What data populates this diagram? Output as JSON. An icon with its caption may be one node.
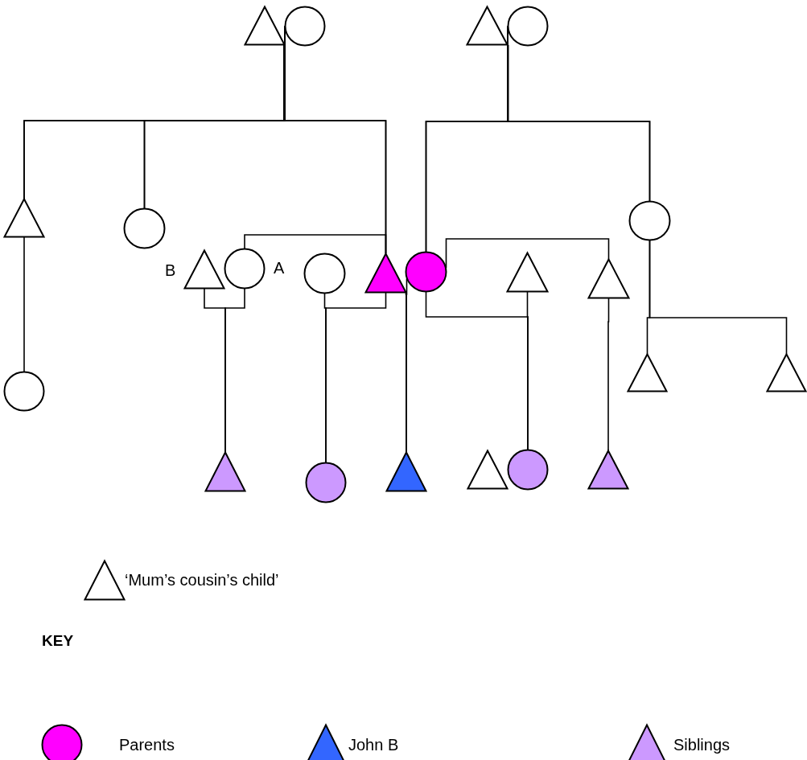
{
  "diagram": {
    "nodes": [
      {
        "text": [],
        "shape": "triangle"
      },
      {
        "text": [],
        "shape": "circle"
      },
      {
        "text": [],
        "shape": "triangle"
      },
      {
        "text": [],
        "shape": "circle"
      },
      {
        "text": [],
        "shape": "triangle"
      },
      {
        "text": [],
        "shape": "circle"
      },
      {
        "text": [],
        "shape": "triangle",
        "beside": [
          "B"
        ]
      },
      {
        "text": [],
        "shape": "circle",
        "beside": [
          "A"
        ]
      },
      {
        "text": [],
        "shape": "circle"
      },
      {
        "text": [],
        "shape": "triangle"
      },
      {
        "text": [],
        "shape": "circle"
      },
      {
        "text": [],
        "shape": "triangle"
      },
      {
        "text": [],
        "shape": "triangle"
      },
      {
        "text": [],
        "shape": "circle"
      },
      {
        "text": [],
        "shape": "circle"
      },
      {
        "text": [],
        "shape": "triangle"
      },
      {
        "text": [],
        "shape": "triangle"
      },
      {
        "text": [],
        "shape": "triangle"
      },
      {
        "text": [],
        "shape": "circle"
      },
      {
        "text": [],
        "shape": "triangle"
      },
      {
        "text": [],
        "shape": "triangle"
      },
      {
        "text": [],
        "shape": "circle"
      },
      {
        "text": [],
        "shape": "triangle"
      },
      {
        "text": [],
        "shape": "triangle",
        "beside": [
          "‘Mum’s cousin’s child’"
        ]
      }
    ],
    "edges": [
      {
        "from": 0,
        "to": 4,
        "arrow": "none"
      },
      {
        "from": 1,
        "to": 4,
        "arrow": "none"
      },
      {
        "from": 0,
        "to": 5,
        "arrow": "none"
      },
      {
        "from": 1,
        "to": 5,
        "arrow": "none"
      },
      {
        "from": 0,
        "to": 9,
        "arrow": "none"
      },
      {
        "from": 1,
        "to": 9,
        "arrow": "none"
      },
      {
        "from": 2,
        "to": 10,
        "arrow": "none"
      },
      {
        "from": 3,
        "to": 10,
        "arrow": "none"
      },
      {
        "from": 2,
        "to": 13,
        "arrow": "none"
      },
      {
        "from": 3,
        "to": 13,
        "arrow": "none"
      },
      {
        "from": 4,
        "to": 14,
        "arrow": "none"
      },
      {
        "from": 13,
        "to": 15,
        "arrow": "none"
      },
      {
        "from": 13,
        "to": 16,
        "arrow": "none"
      },
      {
        "from": 9,
        "to": 7,
        "arrow": "none"
      },
      {
        "from": 10,
        "to": 12,
        "arrow": "none"
      },
      {
        "from": 6,
        "to": 17,
        "arrow": "none"
      },
      {
        "from": 7,
        "to": 17,
        "arrow": "none"
      },
      {
        "from": 8,
        "to": 18,
        "arrow": "none"
      },
      {
        "from": 9,
        "to": 18,
        "arrow": "none"
      },
      {
        "from": 9,
        "to": 19,
        "arrow": "none"
      },
      {
        "from": 10,
        "to": 19,
        "arrow": "none"
      },
      {
        "from": 10,
        "to": 21,
        "arrow": "none"
      },
      {
        "from": 11,
        "to": 21,
        "arrow": "none"
      },
      {
        "from": 12,
        "to": 22,
        "arrow": "none"
      }
    ],
    "labels": [
      "KEY"
    ],
    "legend": [
      {
        "text": "Parents",
        "color": "#ff00ff"
      },
      {
        "text": "John B",
        "color": "#3366ff"
      },
      {
        "text": "Siblings",
        "color": "#cc99ff"
      }
    ]
  }
}
